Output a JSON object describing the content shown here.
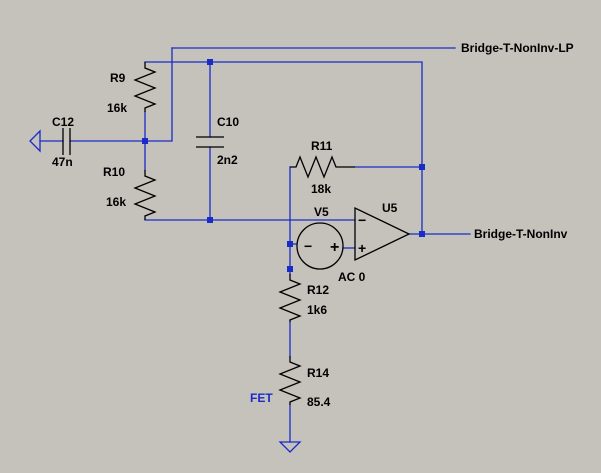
{
  "components": {
    "r9": {
      "name": "R9",
      "value": "16k"
    },
    "r10": {
      "name": "R10",
      "value": "16k"
    },
    "r11": {
      "name": "R11",
      "value": "18k"
    },
    "r12": {
      "name": "R12",
      "value": "1k6"
    },
    "r14": {
      "name": "R14",
      "value": "85.4"
    },
    "c10": {
      "name": "C10",
      "value": "2n2"
    },
    "c12": {
      "name": "C12",
      "value": "47n"
    },
    "v5": {
      "name": "V5",
      "value": "AC 0"
    },
    "u5": {
      "name": "U5"
    }
  },
  "nets": {
    "out_lp": "Bridge-T-NonInv-LP",
    "out": "Bridge-T-NonInv",
    "fet": "FET"
  },
  "symbols": {
    "minus": "−",
    "plus": "+"
  },
  "colors": {
    "background": "#c5c1bb",
    "wire": "#1a2cc8",
    "component": "#000000"
  }
}
